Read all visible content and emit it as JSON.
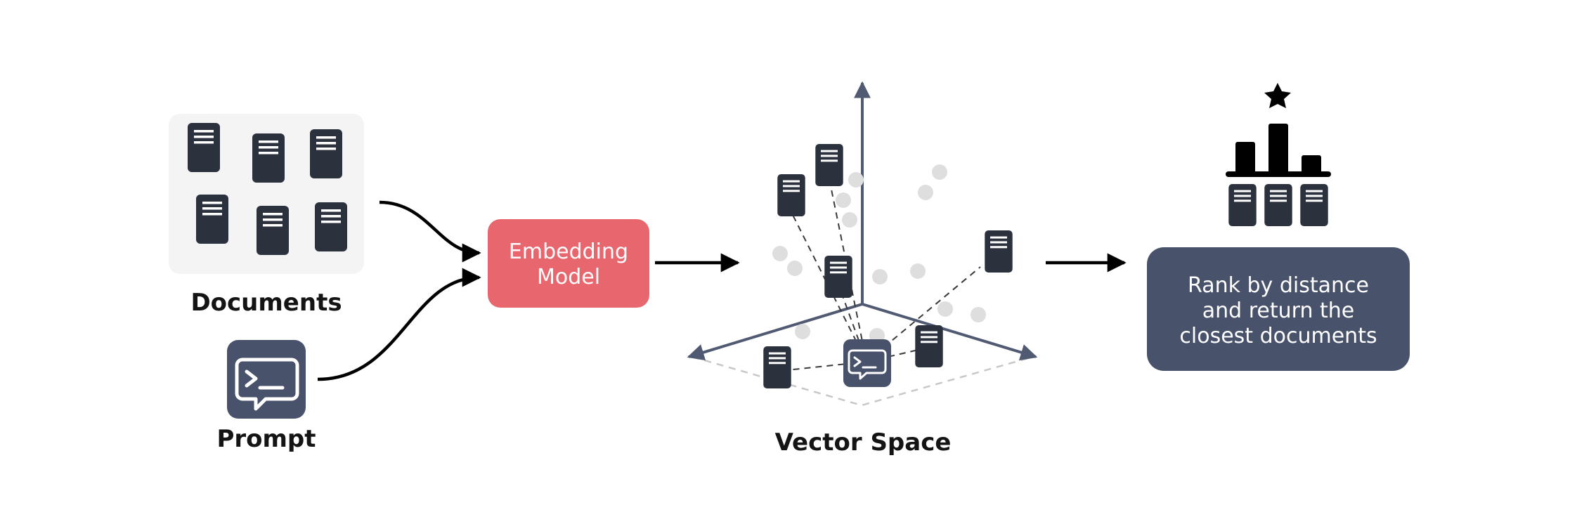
{
  "documents": {
    "label": "Documents"
  },
  "prompt": {
    "label": "Prompt"
  },
  "embedding_model": {
    "line1": "Embedding",
    "line2": "Model"
  },
  "vector_space": {
    "label": "Vector Space"
  },
  "rank_box": {
    "line1": "Rank by distance",
    "line2": "and return the",
    "line3": "closest documents"
  },
  "colors": {
    "doc_fill": "#2b323e",
    "doc_lines": "#ffffff",
    "panel_bg": "#f4f4f4",
    "embedding_fill": "#e8676e",
    "dark_box": "#48526a",
    "axis": "#505a72",
    "dot": "#dedede",
    "arrow": "#000000"
  },
  "icons": [
    "document-icon",
    "prompt-terminal-icon",
    "star-icon",
    "bar-chart-icon"
  ]
}
